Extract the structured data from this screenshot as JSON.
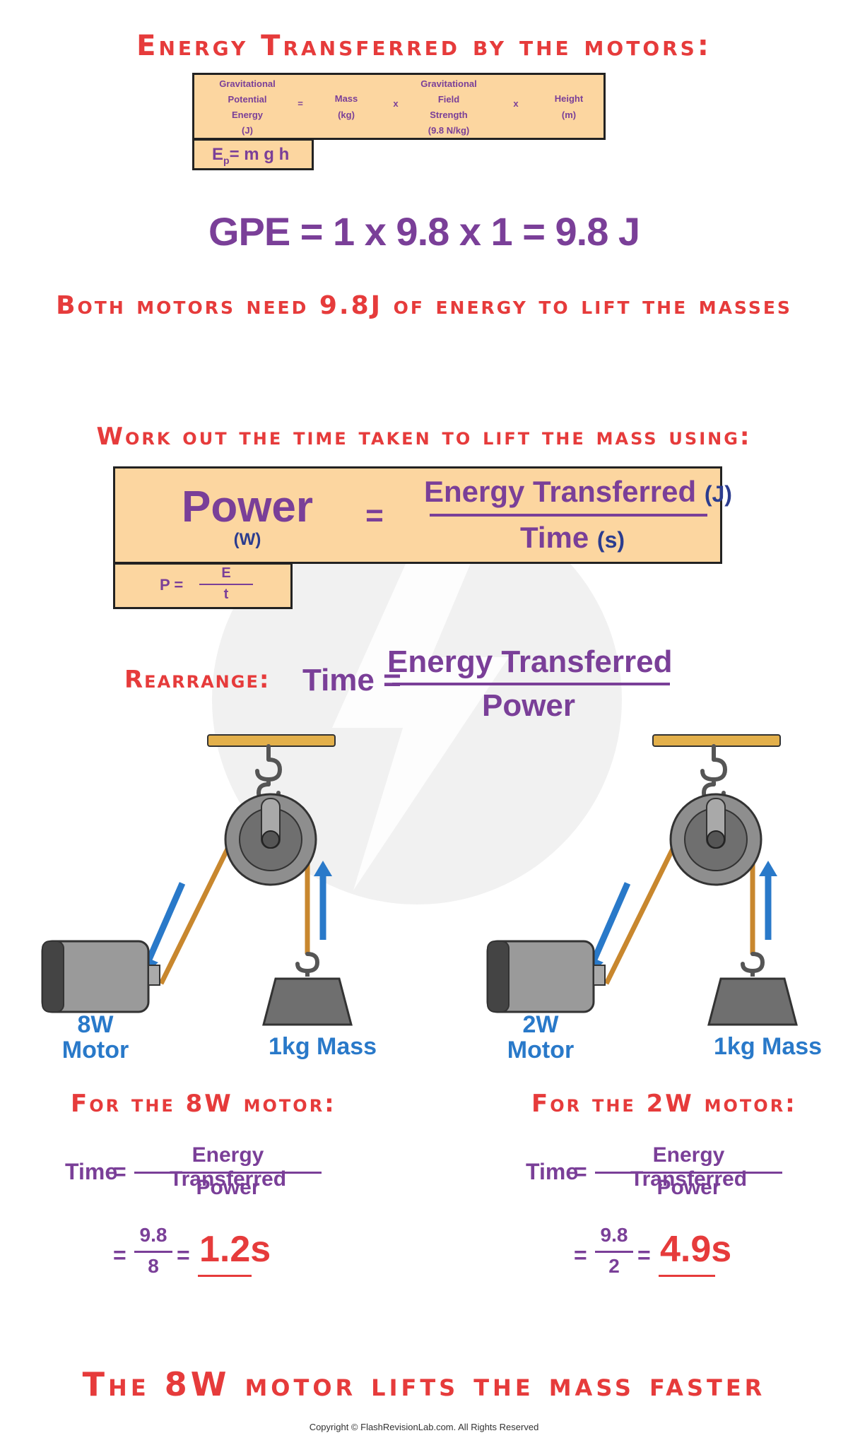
{
  "heading_energy": "Energy Transferred by the motors:",
  "gpe_table": {
    "gpe_label": [
      "Gravitational",
      "Potential",
      "Energy",
      "(J)"
    ],
    "eq": "=",
    "mass_label": [
      "Mass",
      "(kg)"
    ],
    "times1": "x",
    "gfs_label": [
      "Gravitational",
      "Field",
      "Strength",
      "(9.8 N/kg)"
    ],
    "times2": "x",
    "height_label": [
      "Height",
      "(m)"
    ],
    "symbol_prefix": "E",
    "symbol_sub": "p",
    "symbol_rest": "= m g h"
  },
  "gpe_calc": "GPE = 1 x 9.8 x 1 = 9.8 J",
  "both_motors": "Both motors need 9.8J of energy to lift the masses",
  "heading_time": "Work out the time taken to lift the mass using:",
  "power_box": {
    "power": "Power",
    "power_unit": "(W)",
    "eq": "=",
    "numerator": "Energy Transferred",
    "numerator_unit": "(J)",
    "denominator": "Time",
    "denominator_unit": "(s)",
    "symbol_left": "P =",
    "symbol_num": "E",
    "symbol_den": "t"
  },
  "rearrange": {
    "label": "Rearrange:",
    "lhs": "Time =",
    "numerator": "Energy Transferred",
    "denominator": "Power"
  },
  "setups": [
    {
      "motor_power": "8W",
      "motor_word": "Motor",
      "mass_label": "1kg Mass"
    },
    {
      "motor_power": "2W",
      "motor_word": "Motor",
      "mass_label": "1kg Mass"
    }
  ],
  "calcs": [
    {
      "heading": "For the 8W motor:",
      "time": "Time",
      "eq": "=",
      "numerator": "Energy Transferred",
      "denominator": "Power",
      "eq2": "=",
      "num_value": "9.8",
      "den_value": "8",
      "eq3": "=",
      "result": "1.2s"
    },
    {
      "heading": "For the 2W motor:",
      "time": "Time",
      "eq": "=",
      "numerator": "Energy Transferred",
      "denominator": "Power",
      "eq2": "=",
      "num_value": "9.8",
      "den_value": "2",
      "eq3": "=",
      "result": "4.9s"
    }
  ],
  "conclusion": "The 8W motor lifts the mass faster",
  "copyright": "Copyright © FlashRevisionLab.com. All Rights Reserved",
  "colors": {
    "heading_red": "#e63b3b",
    "purple": "#7a3f98",
    "box_orange": "#fcd6a0",
    "arrow_blue": "#2979c9",
    "rope": "#c8872e"
  }
}
